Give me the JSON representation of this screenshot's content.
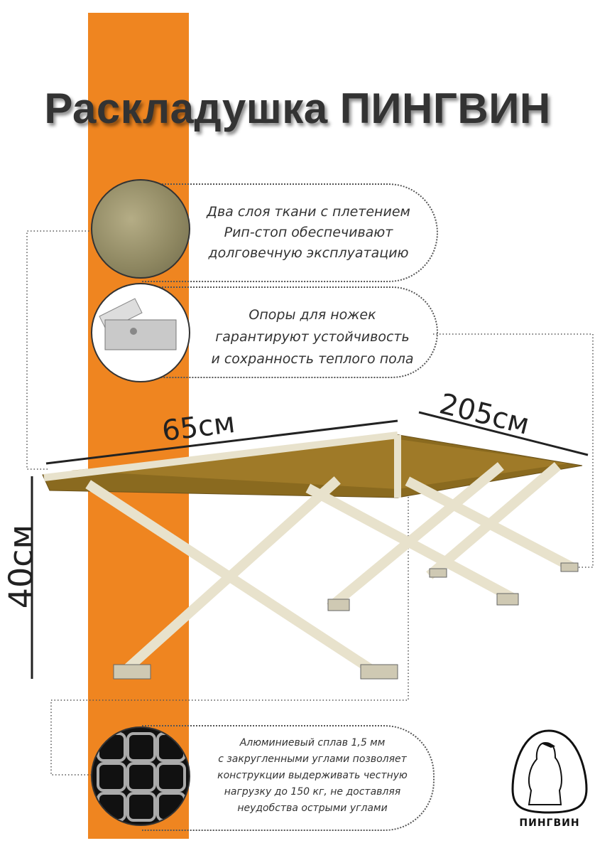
{
  "title": "Раскладушка ПИНГВИН",
  "features": [
    {
      "lines": [
        "Два слоя ткани с плетением",
        "Рип-стоп обеспечивают",
        "долговечную эксплуатацию"
      ]
    },
    {
      "lines": [
        "Опоры для ножек",
        "гарантируют устойчивость",
        "и сохранность теплого пола"
      ]
    },
    {
      "lines": [
        "Алюминиевый сплав 1,5 мм",
        "с закругленными углами позволяет",
        "конструкции выдерживать честную",
        "нагрузку до 150 кг, не доставляя",
        "неудобства острыми углами"
      ]
    }
  ],
  "dimensions": {
    "width": "65см",
    "length": "205см",
    "height": "40см"
  },
  "logo": {
    "label": "ПИНГВИН"
  },
  "colors": {
    "accent": "#EF8520",
    "text": "#333333"
  }
}
